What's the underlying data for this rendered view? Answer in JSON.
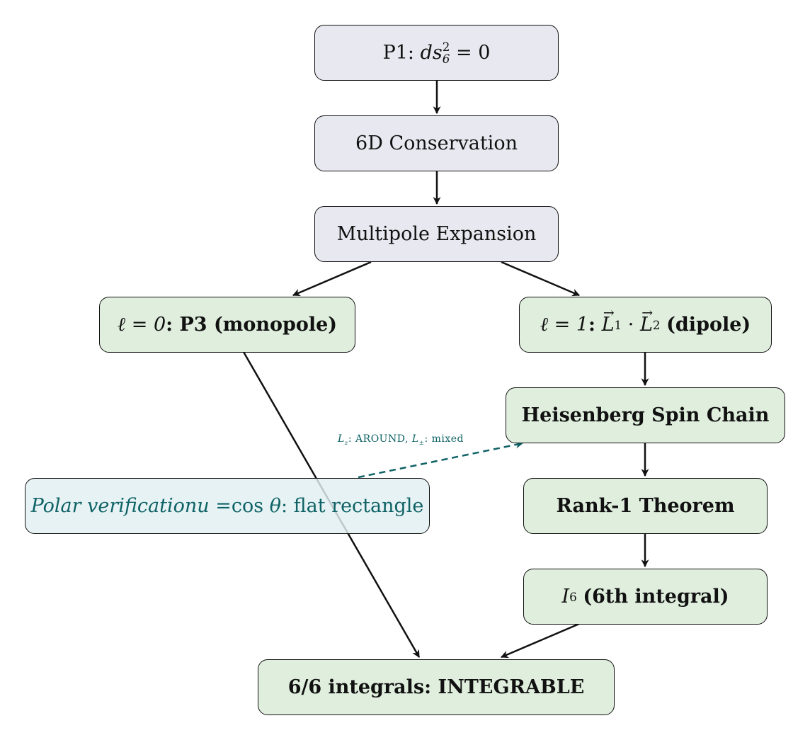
{
  "nodes": {
    "p1": {
      "label": "P1:",
      "math": "ds",
      "sub": "6",
      "sup": "2",
      "rest": "= 0"
    },
    "conservation": {
      "label": "6D Conservation"
    },
    "multipole": {
      "label": "Multipole Expansion"
    },
    "monopole": {
      "math": "ℓ = 0",
      "label": ": P3 (monopole)"
    },
    "dipole": {
      "math": "ℓ = 1",
      "sep": ":",
      "l": "L",
      "sub1": "1",
      "dot": "·",
      "sub2": "2",
      "label": "(dipole)"
    },
    "heisenberg": {
      "label": "Heisenberg Spin Chain"
    },
    "rank1": {
      "label": "Rank-1 Theorem"
    },
    "i6": {
      "math": "I",
      "sub": "6",
      "label": "(6th integral)"
    },
    "result": {
      "label": "6/6 integrals: INTEGRABLE"
    },
    "polar": {
      "label": "Polar verification",
      "math": "u = ",
      "cos": "cos",
      "theta": "θ",
      "rest": ": flat rectangle"
    }
  },
  "edge_label": {
    "lz": "L",
    "lz_sub": "z",
    "around": ": AROUND,",
    "lpm": "L",
    "lpm_sub": "±",
    "mixed": ": mixed"
  },
  "colors": {
    "gray": "#e8e8f0",
    "green": "#dfeedd",
    "blue": "#e0eff0",
    "teal": "#0f6266"
  }
}
